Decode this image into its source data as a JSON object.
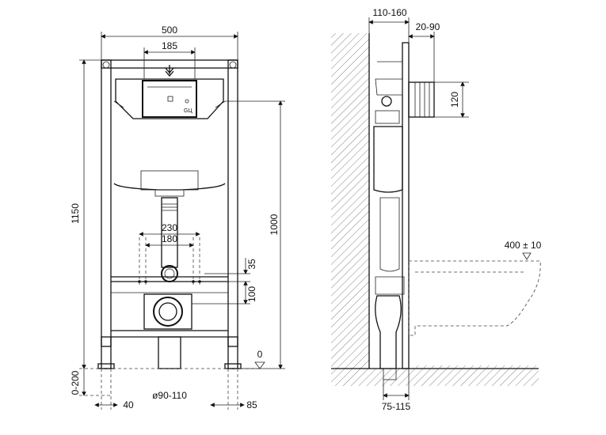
{
  "front_view": {
    "width_label": "500",
    "inner_width_label": "185",
    "height_label": "1150",
    "inlet_height_label": "1000",
    "bolt_outer_label": "230",
    "bolt_inner_label": "180",
    "offset_35_label": "35",
    "offset_100_label": "100",
    "floor_zero_label": "0",
    "foot_adjust_label": "0-200",
    "foot_40_label": "40",
    "drain_label": "ø90-110",
    "foot_85_label": "85"
  },
  "side_view": {
    "depth_label": "110-160",
    "wall_gap_label": "20-90",
    "inlet_label": "120",
    "bowl_label": "400 ± 10",
    "drain_offset_label": "75-115"
  }
}
